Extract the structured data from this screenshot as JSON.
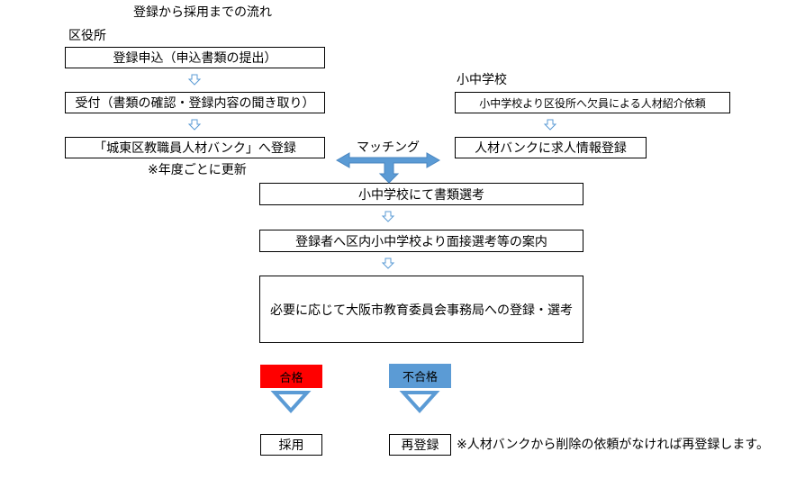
{
  "title": "登録から採用までの流れ",
  "left_column": {
    "header": "区役所",
    "step1": "登録申込（申込書類の提出）",
    "step2": "受付（書類の確認・登録内容の聞き取り）",
    "step3": "「城東区教職員人材バンク」へ登録",
    "note": "※年度ごとに更新"
  },
  "right_column": {
    "header": "小中学校",
    "step1": "小中学校より区役所へ欠員による人材紹介依頼",
    "step2": "人材バンクに求人情報登録"
  },
  "matching_label": "マッチング",
  "center": {
    "step1": "小中学校にて書類選考",
    "step2": "登録者へ区内小中学校より面接選考等の案内",
    "step3": "必要に応じて大阪市教育委員会事務局への登録・選考"
  },
  "results": {
    "pass_label": "合格",
    "fail_label": "不合格",
    "pass_color": "#ff0000",
    "fail_color": "#5b9bd5",
    "hired": "採用",
    "reregister": "再登録",
    "reregister_note": "※人材バンクから削除の依頼がなければ再登録します。"
  }
}
